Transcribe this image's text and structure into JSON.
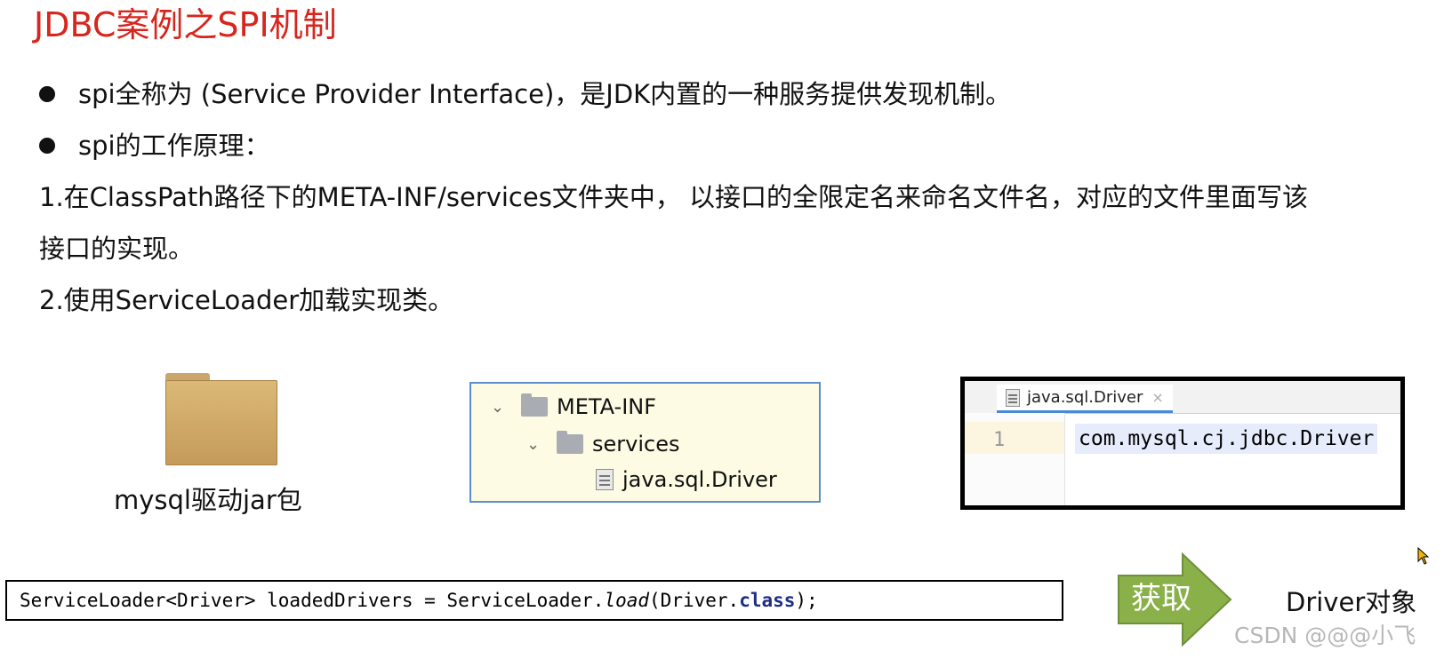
{
  "title": "JDBC案例之SPI机制",
  "bullets": [
    "spi全称为 (Service Provider Interface)，是JDK内置的一种服务提供发现机制。",
    "spi的工作原理："
  ],
  "steps": [
    "1.在ClassPath路径下的META-INF/services文件夹中， 以接口的全限定名来命名文件名，对应的文件里面写该",
    "接口的实现。",
    "2.使用ServiceLoader加载实现类。"
  ],
  "folder": {
    "label": "mysql驱动jar包",
    "icon": "folder-icon",
    "color": "#d2ad6a"
  },
  "tree": {
    "root": "META-INF",
    "child": "services",
    "file": "java.sql.Driver"
  },
  "editor": {
    "tab": "java.sql.Driver",
    "close": "×",
    "line_number": "1",
    "code": "com.mysql.cj.jdbc.Driver"
  },
  "code": {
    "prefix": "ServiceLoader<Driver> loadedDrivers = ServiceLoader.",
    "method": "load",
    "middle": "(Driver.",
    "keyword": "class",
    "suffix": ");"
  },
  "arrow": {
    "label": "获取",
    "color": "#8ab04a"
  },
  "result": "Driver对象",
  "watermark": "CSDN @@@小飞",
  "colors": {
    "title": "#d7261d",
    "tree_border": "#5b8ecb",
    "tree_bg": "#fdfbe3",
    "keyword": "#1f2d86"
  }
}
